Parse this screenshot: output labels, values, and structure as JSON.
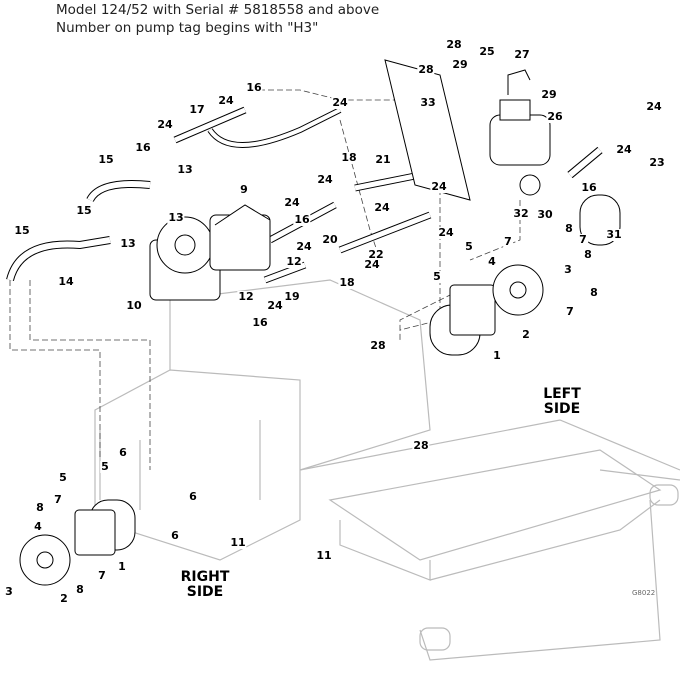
{
  "header": {
    "line1": "Model 124/52 with Serial # 5818558 and above",
    "line2": "Number on pump tag begins with \"H3\""
  },
  "callouts": [
    "28",
    "25",
    "27",
    "28",
    "29",
    "29",
    "26",
    "24",
    "33",
    "24",
    "16",
    "24",
    "17",
    "24",
    "16",
    "13",
    "15",
    "15",
    "13",
    "13",
    "15",
    "14",
    "9",
    "18",
    "21",
    "24",
    "24",
    "24",
    "23",
    "24",
    "16",
    "32",
    "30",
    "31",
    "24",
    "22",
    "24",
    "16",
    "20",
    "24",
    "24",
    "18",
    "12",
    "12",
    "10",
    "19",
    "24",
    "16",
    "7",
    "8",
    "7",
    "5",
    "4",
    "3",
    "8",
    "5",
    "8",
    "7",
    "2",
    "1",
    "28",
    "28",
    "6",
    "6",
    "5",
    "5",
    "8",
    "7",
    "4",
    "6",
    "11",
    "11",
    "1",
    "7",
    "8",
    "3",
    "2"
  ],
  "side_labels": {
    "left_line1": "LEFT",
    "left_line2": "SIDE",
    "right_line1": "RIGHT",
    "right_line2": "SIDE"
  },
  "figure_code": "G8022"
}
